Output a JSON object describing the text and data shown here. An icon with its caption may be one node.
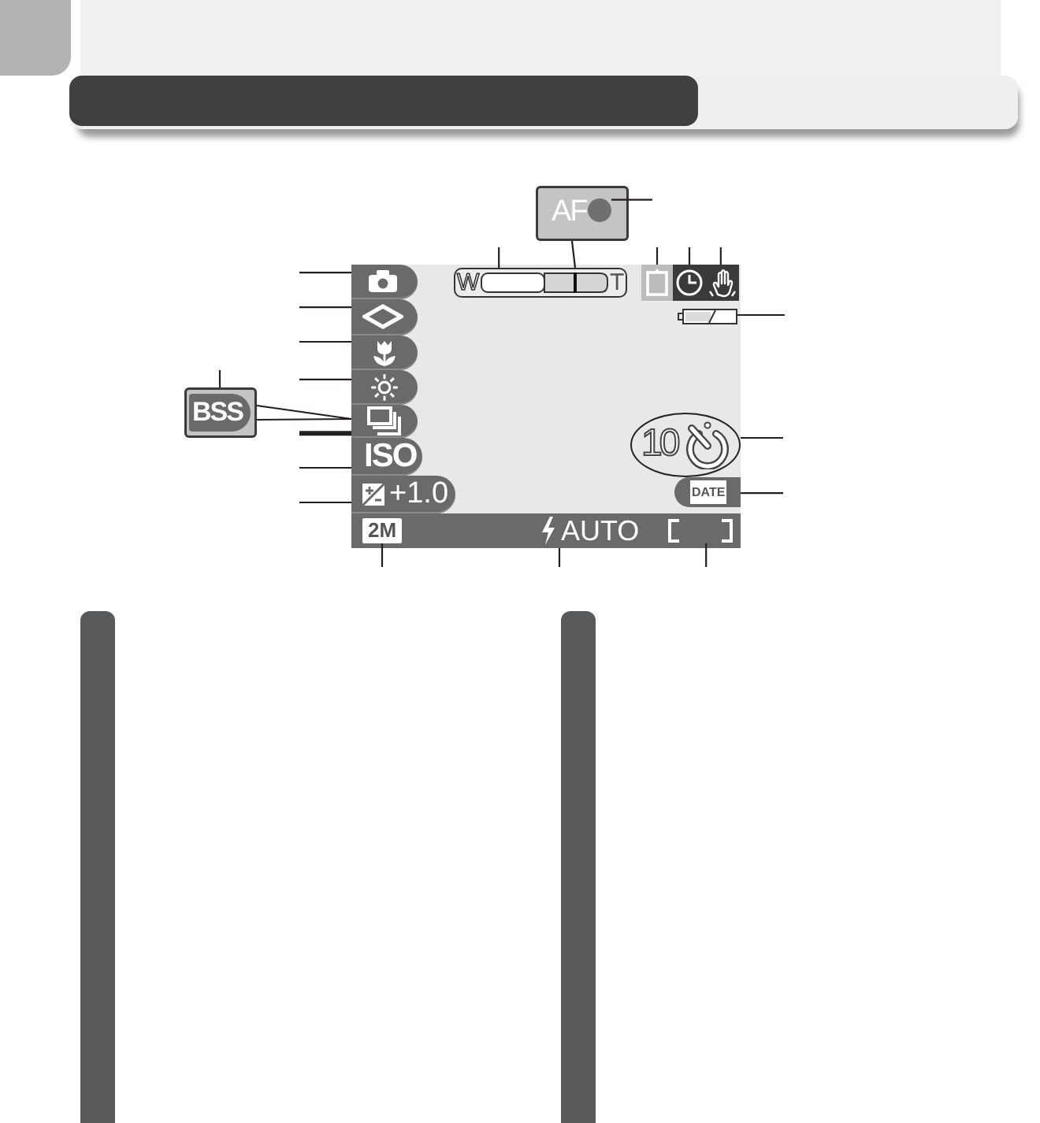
{
  "diagram": {
    "nodes": [
      {
        "text": [
          "AF"
        ]
      },
      {
        "text": [],
        "shape": "circle",
        "in": 0
      },
      {
        "text": [],
        "shape": "box"
      },
      {
        "text": [],
        "shape": "picture",
        "in": 2
      },
      {
        "text": [
          "W",
          "T"
        ],
        "in": 2
      },
      {
        "text": [],
        "shape": "box",
        "in": 2
      },
      {
        "text": [],
        "shape": "picture",
        "in": 2
      },
      {
        "text": [],
        "shape": "picture",
        "in": 2
      },
      {
        "text": [],
        "shape": "diamond",
        "in": 2
      },
      {
        "text": [],
        "shape": "picture",
        "in": 2
      },
      {
        "text": [],
        "shape": "picture",
        "in": 2
      },
      {
        "text": [],
        "shape": "picture",
        "in": 2
      },
      {
        "text": [
          "BSS"
        ]
      },
      {
        "text": [],
        "shape": "picture",
        "in": 2
      },
      {
        "text": [
          "10"
        ],
        "in": 2
      },
      {
        "text": [
          "ISO"
        ],
        "in": 2
      },
      {
        "text": [
          "DATE"
        ],
        "in": 2
      },
      {
        "text": [
          "+1.0"
        ],
        "in": 2
      },
      {
        "text": [
          "2M"
        ],
        "in": 2
      },
      {
        "text": [
          "AUTO"
        ],
        "in": 2
      },
      {
        "text": [],
        "shape": "bracket",
        "in": 2
      },
      {
        "text": [],
        "shape": "bar"
      },
      {
        "text": [],
        "shape": "bar"
      }
    ],
    "edges": [
      {
        "from": null,
        "to": 1,
        "arrow": "none"
      },
      {
        "from": 0,
        "to": 4,
        "arrow": "none"
      },
      {
        "from": null,
        "to": 4,
        "arrow": "none"
      },
      {
        "from": null,
        "to": 5,
        "arrow": "none"
      },
      {
        "from": null,
        "to": 6,
        "arrow": "none"
      },
      {
        "from": null,
        "to": 7,
        "arrow": "none"
      },
      {
        "from": null,
        "to": 3,
        "arrow": "none"
      },
      {
        "from": null,
        "to": 8,
        "arrow": "none"
      },
      {
        "from": null,
        "to": 9,
        "arrow": "none"
      },
      {
        "from": null,
        "to": 10,
        "arrow": "none"
      },
      {
        "from": null,
        "to": 11,
        "arrow": "none"
      },
      {
        "from": null,
        "to": 12,
        "arrow": "none"
      },
      {
        "from": 12,
        "to": 13,
        "arrow": "none"
      },
      {
        "from": null,
        "to": 13,
        "arrow": "none",
        "style": "thick"
      },
      {
        "from": null,
        "to": 14,
        "arrow": "none"
      },
      {
        "from": null,
        "to": 15,
        "arrow": "none"
      },
      {
        "from": null,
        "to": 16,
        "arrow": "none"
      },
      {
        "from": null,
        "to": 17,
        "arrow": "none"
      },
      {
        "from": null,
        "to": 18,
        "arrow": "none"
      },
      {
        "from": null,
        "to": 19,
        "arrow": "none"
      },
      {
        "from": null,
        "to": 20,
        "arrow": "none"
      }
    ]
  }
}
